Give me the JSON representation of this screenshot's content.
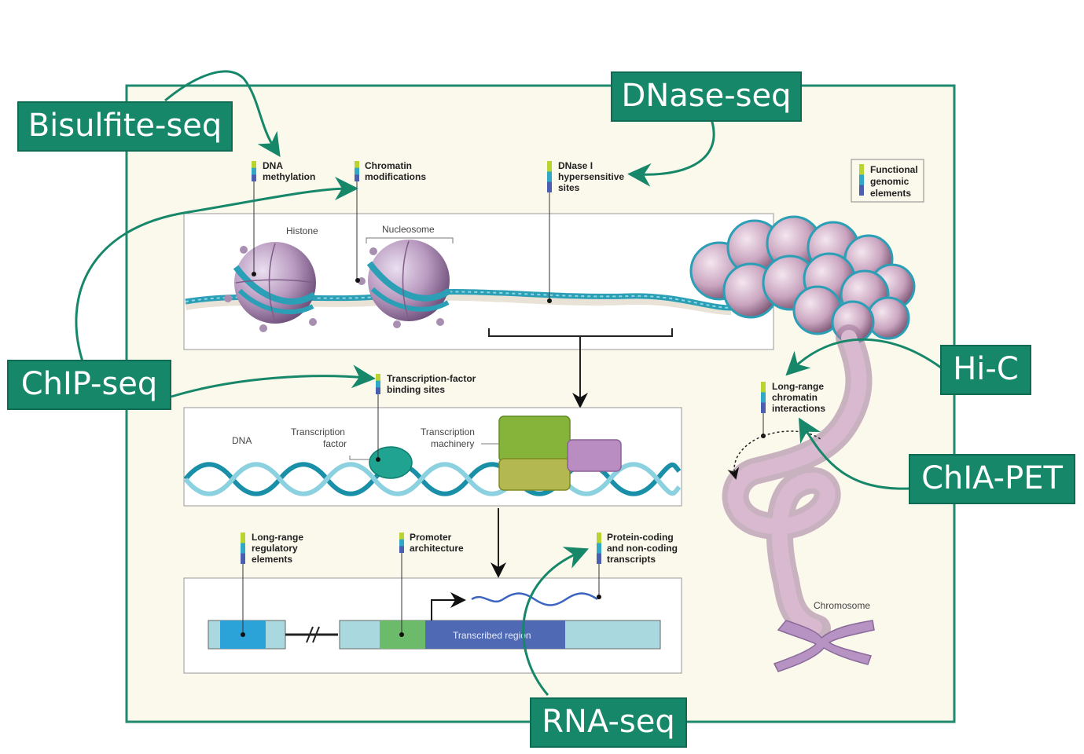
{
  "methods": {
    "bisulfite": "Bisulfite-seq",
    "dnase": "DNase-seq",
    "chip": "ChIP-seq",
    "hic": "Hi-C",
    "chiapet": "ChIA-PET",
    "rnaseq": "RNA-seq"
  },
  "legend": {
    "lines": [
      "Functional",
      "genomic",
      "elements"
    ]
  },
  "elements": {
    "dna_methylation": [
      "DNA",
      "methylation"
    ],
    "chromatin_modifications": [
      "Chromatin",
      "modifications"
    ],
    "dnase_sites": [
      "DNase I",
      "hypersensitive",
      "sites"
    ],
    "tf_binding": [
      "Transcription-factor",
      "binding sites"
    ],
    "long_range_interactions": [
      "Long-range",
      "chromatin",
      "interactions"
    ],
    "long_range_regulatory": [
      "Long-range",
      "regulatory",
      "elements"
    ],
    "promoter": [
      "Promoter",
      "architecture"
    ],
    "transcripts": [
      "Protein-coding",
      "and non-coding",
      "transcripts"
    ]
  },
  "structures": {
    "histone": "Histone",
    "nucleosome": "Nucleosome",
    "dna": "DNA",
    "transcription_factor": [
      "Transcription",
      "factor"
    ],
    "transcription_machinery": [
      "Transcription",
      "machinery"
    ],
    "transcribed_region": "Transcribed region",
    "chromosome": "Chromosome"
  },
  "colors": {
    "tag_green": "#17876a",
    "frame_border": "#1f8a6d",
    "panel_bg": "#fbf8ec",
    "dna_teal": "#2a9fb5",
    "nucleosome_pink": "#c7a9c4",
    "machinery_green": "#86b43a",
    "machinery_purple": "#b98cc2",
    "transcribed_blue": "#4f69b5"
  }
}
